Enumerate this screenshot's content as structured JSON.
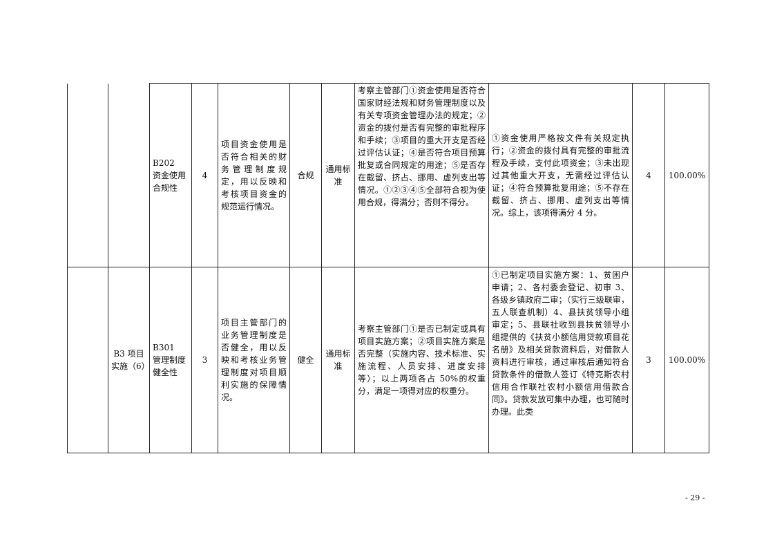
{
  "rows": [
    {
      "level2": "",
      "indicator": "B202\n资金使用合规性",
      "weight": "4",
      "content": "项目资金使用是否符合相关的财务管理制度规定，用以反映和考核项目资金的规范运行情况。",
      "key": "合规",
      "standard": "通用标准",
      "criteria": "考察主管部门①资金使用是否符合国家财经法规和财务管理制度以及有关专项资金管理办法的规定；②资金的拨付是否有完整的审批程序和手续；③项目的重大开支是否经过评估认证；④是否符合项目预算批复或合同规定的用途；⑤是否存在截留、挤占、挪用、虚列支出等情况。①②③④⑤全部符合视为使用合规，得满分；否则不得分。",
      "result": "①资金使用严格按文件有关规定执行；②资金的拨付具有完整的审批流程及手续，支付此项资金；③未出现过其他重大开支，无需经过评估认证；④符合预算批复用途；⑤不存在截留、挤占、挪用、虚列支出等情况。综上，该项得满分 4 分。",
      "score": "4",
      "rate": "100.00%"
    },
    {
      "level2": "B3 项目实施（6）",
      "indicator": "B301\n管理制度健全性",
      "weight": "3",
      "content": "项目主管部门的业务管理制度是否健全，用以反映和考核业务管理制度对项目顺利实施的保障情况。",
      "key": "健全",
      "standard": "通用标准",
      "criteria": "考察主管部门①是否已制定或具有项目实施方案；②项目实施方案是否完整（实施内容、技术标准、实施流程、人员安排、进度安排等）；以上两项各占 50%的权重分，满足一项得对应的权重分。",
      "result": "①已制定项目实施方案：1、贫困户申请；2、各村委会登记、初审 3、各级乡镇政府二审；（实行三级联审，五人联查机制）4、县扶贫领导小组审定；5、县联社收到县扶贫领导小组提供的《扶贫小额信用贷款项目花名册》及相关贷款资料后，对借款人资料进行审核，通过审核后通知符合贷款条件的借款人签订《特克斯农村信用合作联社农村小额信用借款合同》。贷款发放可集中办理，也可随时办理。此类",
      "score": "3",
      "rate": "100.00%"
    }
  ],
  "page_number": "- 29 -"
}
